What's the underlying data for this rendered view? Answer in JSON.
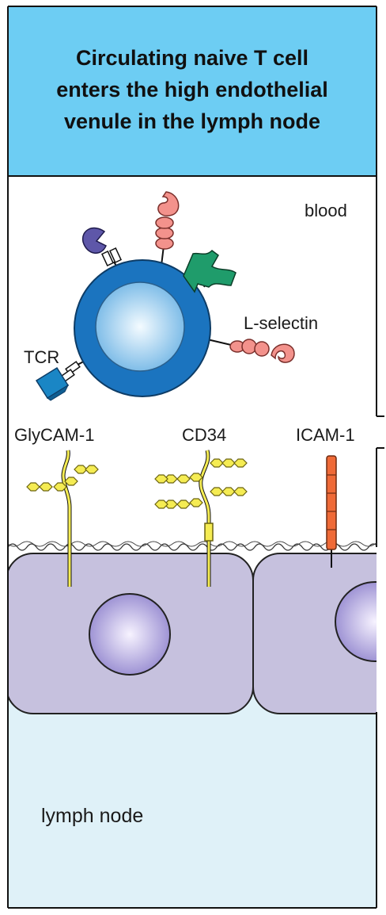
{
  "header": {
    "title_lines": [
      "Circulating naive T cell",
      "enters the high endothelial",
      "venule in the lymph node"
    ]
  },
  "labels": {
    "blood": "blood",
    "l_selectin": "L-selectin",
    "tcr": "TCR",
    "glycam1": "GlyCAM-1",
    "cd34": "CD34",
    "icam1": "ICAM-1",
    "lymph_node": "lymph node"
  },
  "colors": {
    "header_bg": "#6dcdf3",
    "lymph_bg": "#dff1f8",
    "t_cell": "#1b74bf",
    "nucleus": "#a9d6f3",
    "endothelium": "#c6c1de",
    "endo_nucleus": "#b3a9dd",
    "glycan": "#f5ec53",
    "icam": "#ef6a37",
    "selectin": "#f3928c",
    "tcr": "#1a86c5",
    "purple_receptor": "#5e57a9",
    "green_receptor": "#1f9c6b"
  }
}
